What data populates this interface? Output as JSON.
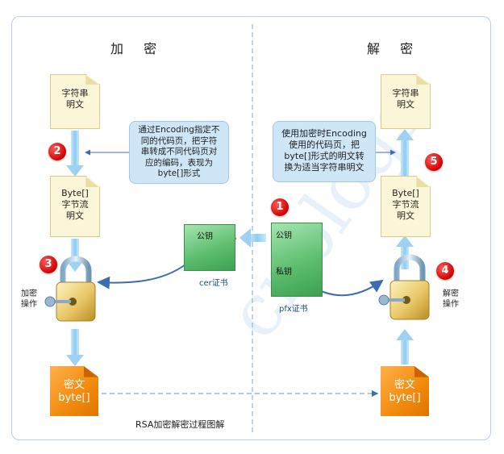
{
  "titles": {
    "encrypt": "加 密",
    "decrypt": "解 密"
  },
  "left_column": {
    "plaintext_doc": {
      "line1": "字符串",
      "line2": "明文"
    },
    "bytes_doc": {
      "line1": "Byte[]",
      "line2": "字节流",
      "line3": "明文"
    },
    "encrypt_op": {
      "line1": "加密",
      "line2": "操作"
    },
    "cipher_doc": {
      "line1": "密文",
      "line2": "byte[]"
    }
  },
  "right_column": {
    "plaintext_doc": {
      "line1": "字符串",
      "line2": "明文"
    },
    "bytes_doc": {
      "line1": "Byte[]",
      "line2": "字节流",
      "line3": "明文"
    },
    "decrypt_op": {
      "line1": "解密",
      "line2": "操作"
    },
    "cipher_doc": {
      "line1": "密文",
      "line2": "byte[]"
    }
  },
  "notes": {
    "left": {
      "l1": "通过Encoding指定不",
      "l2": "同的代码页，把字符",
      "l3": "串转成不同代码页对",
      "l4": "应的编码，表现为",
      "l5": "byte[]形式"
    },
    "right": {
      "l1": "使用加密时Encoding",
      "l2": "使用的代码页，把",
      "l3": "byte[]形式的明文转",
      "l4": "换为适当字符串明文"
    }
  },
  "badges": {
    "b1": "1",
    "b2": "2",
    "b3": "3",
    "b4": "4",
    "b5": "5"
  },
  "certs": {
    "cer": {
      "key_label": "公钥",
      "caption": "cer证书"
    },
    "pfx": {
      "public_key_label": "公钥",
      "private_key_label": "私钥",
      "caption": "pfx证书"
    }
  },
  "footer_caption": "RSA加密解密过程图解",
  "watermark": "cnblogs",
  "colors": {
    "frame": "#b7cde6",
    "arrow_blue": "#3b6db0",
    "flow_arrow": "#9fd2f2",
    "note_bg": "#cfe6f7",
    "badge": "#d10000",
    "cert_green": "#5fbf70",
    "cipher_orange": "#f28a0d",
    "key_gold": "#e3c23c"
  }
}
